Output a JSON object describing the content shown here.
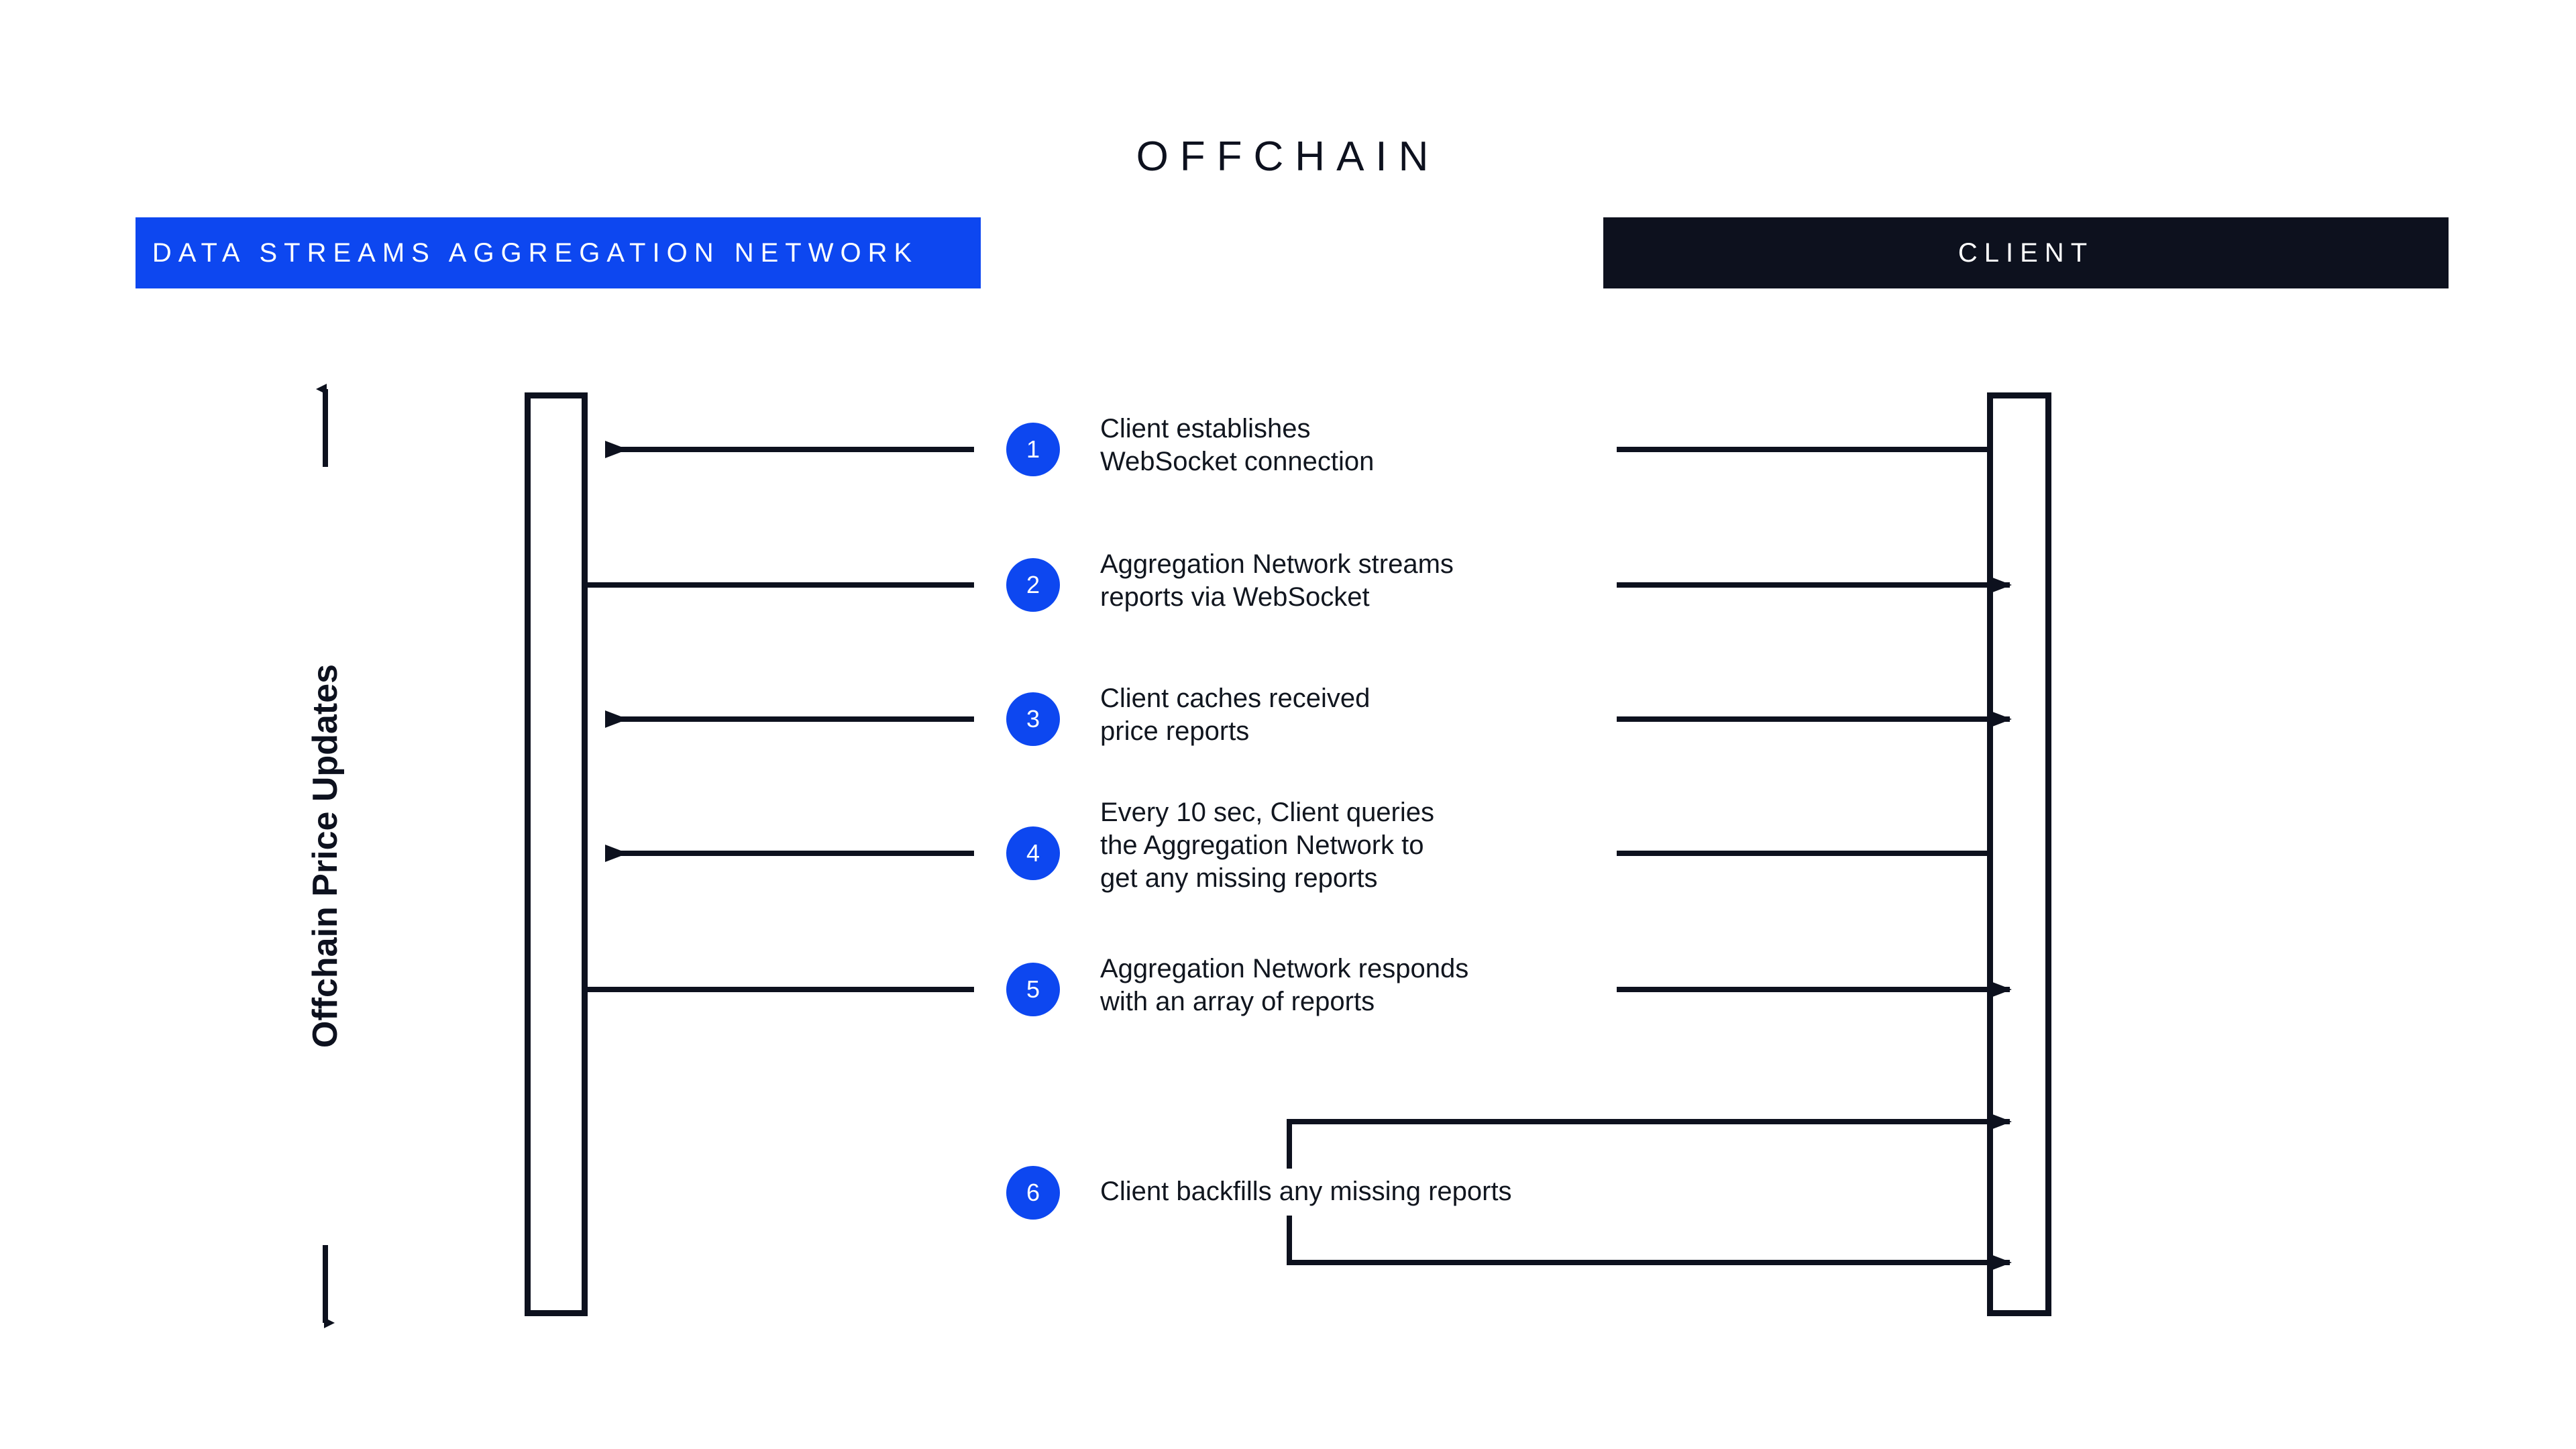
{
  "diagram": {
    "title": "OFFCHAIN",
    "axis_label": "Offchain Price Updates",
    "accent_blue": "#0d47f0",
    "ink": "#0d111e"
  },
  "lanes": [
    {
      "id": "aggregation-network",
      "label": "DATA STREAMS AGGREGATION NETWORK",
      "bar_color": "#0d47f0"
    },
    {
      "id": "client",
      "label": "CLIENT",
      "bar_color": "#0d111e"
    }
  ],
  "steps": [
    {
      "number": "1",
      "text": "Client establishes\nWebSocket connection"
    },
    {
      "number": "2",
      "text": "Aggregation Network streams\nreports via WebSocket"
    },
    {
      "number": "3",
      "text": "Client caches received\nprice reports"
    },
    {
      "number": "4",
      "text": "Every 10 sec, Client queries\nthe Aggregation Network to\nget any missing reports"
    },
    {
      "number": "5",
      "text": "Aggregation Network responds\nwith an array of reports"
    },
    {
      "number": "6",
      "text": "Client backfills any missing reports"
    }
  ]
}
